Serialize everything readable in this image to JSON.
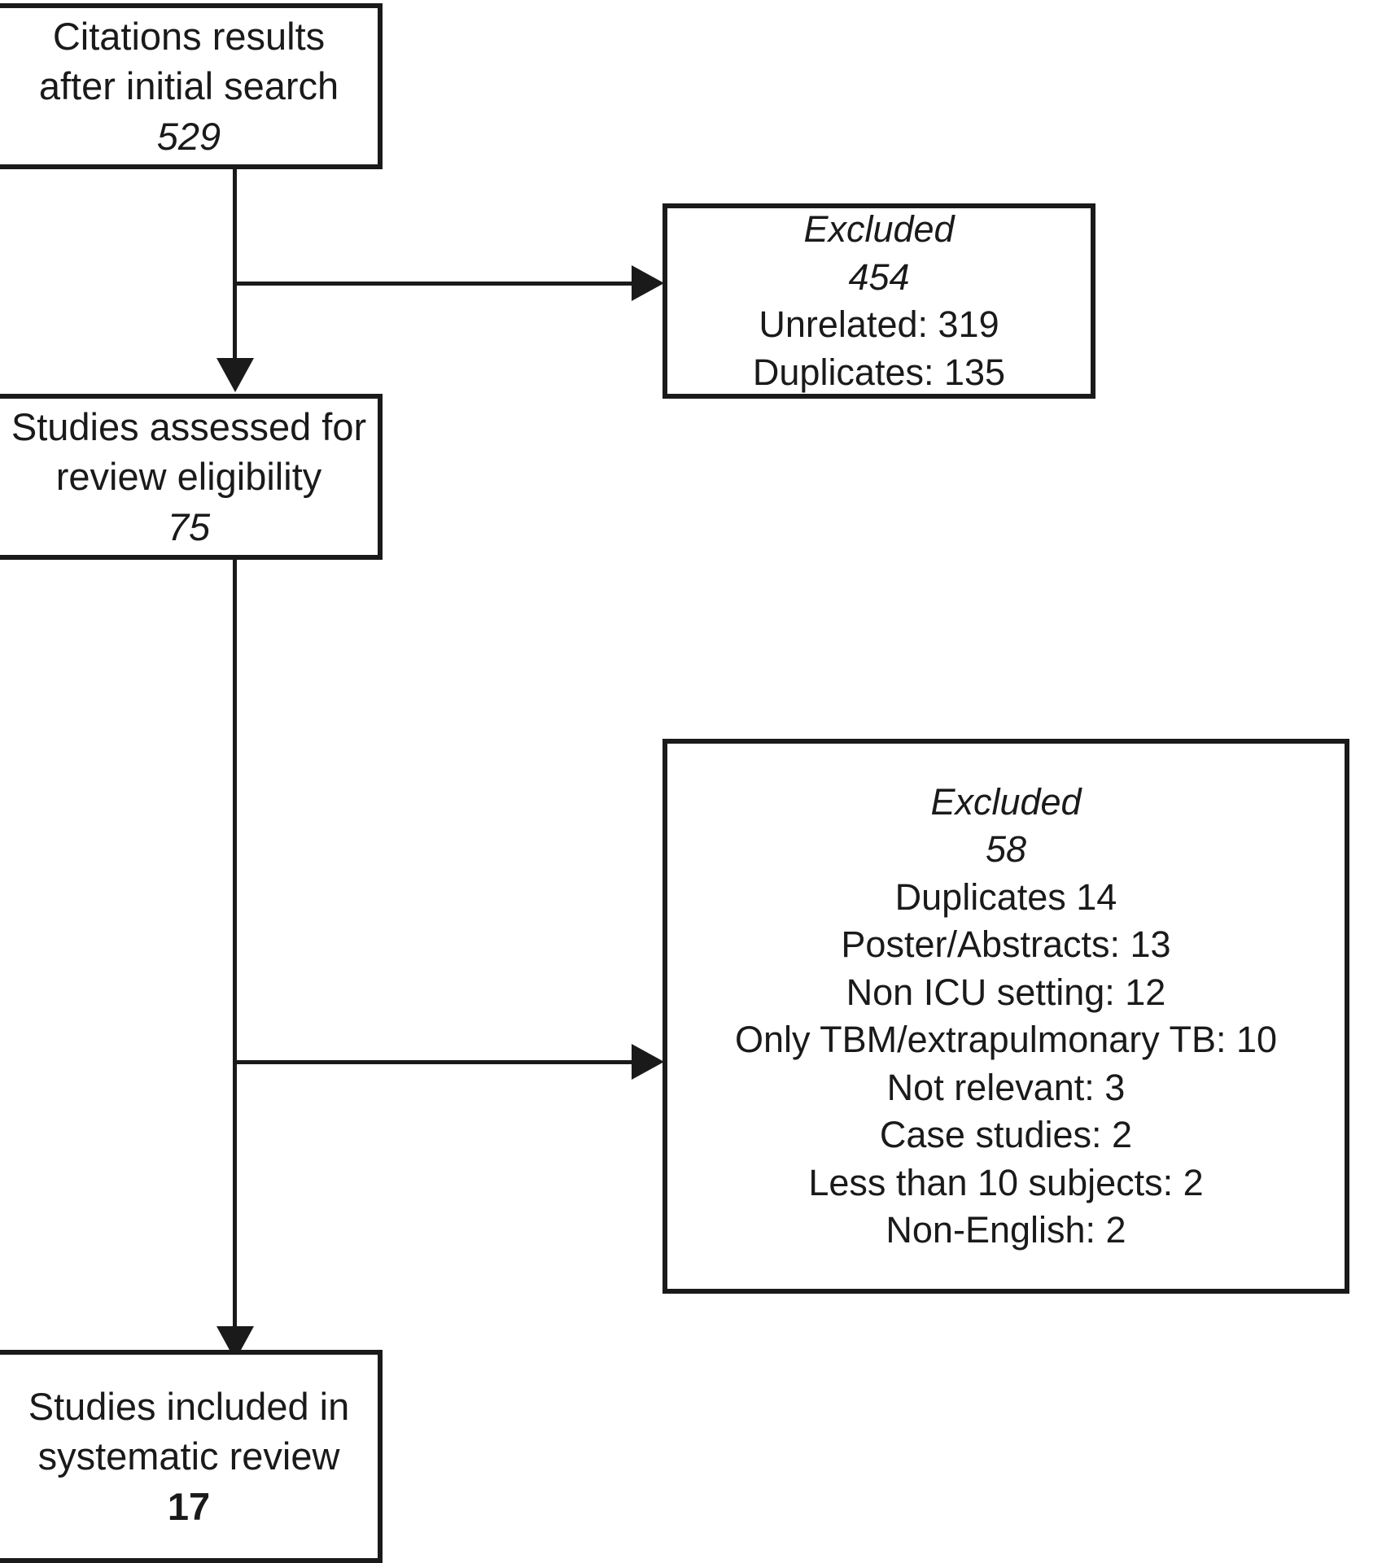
{
  "diagram": {
    "type": "prisma-flow-diagram",
    "title": "",
    "colors": {
      "stroke": "#1a1a1a",
      "background": "#ffffff",
      "text": "#1a1a1a"
    },
    "nodes": {
      "citations": {
        "line1": "Citations results",
        "line2": "after initial search",
        "count": "529",
        "count_style": "italic"
      },
      "excluded_1": {
        "heading": "Excluded",
        "count": "454",
        "count_style": "italic",
        "reasons": [
          "Unrelated: 319",
          "Duplicates: 135"
        ]
      },
      "assessed": {
        "line1": "Studies assessed for",
        "line2": "review eligibility",
        "count": "75",
        "count_style": "italic"
      },
      "excluded_2": {
        "heading": "Excluded",
        "count": "58",
        "count_style": "italic",
        "reasons": [
          "Duplicates 14",
          "Poster/Abstracts: 13",
          "Non ICU setting: 12",
          "Only TBM/extrapulmonary TB: 10",
          "Not relevant: 3",
          "Case studies: 2",
          "Less than 10 subjects: 2",
          "Non-English: 2"
        ]
      },
      "included": {
        "line1": "Studies included in",
        "line2": "systematic review",
        "count": "17",
        "count_style": "bold"
      }
    },
    "connectors": [
      {
        "name": "citations-to-assessed",
        "kind": "arrow-down"
      },
      {
        "name": "citations-to-excluded-1",
        "kind": "arrow-right"
      },
      {
        "name": "assessed-to-included",
        "kind": "arrow-down"
      },
      {
        "name": "assessed-to-excluded-2",
        "kind": "arrow-right"
      }
    ]
  }
}
